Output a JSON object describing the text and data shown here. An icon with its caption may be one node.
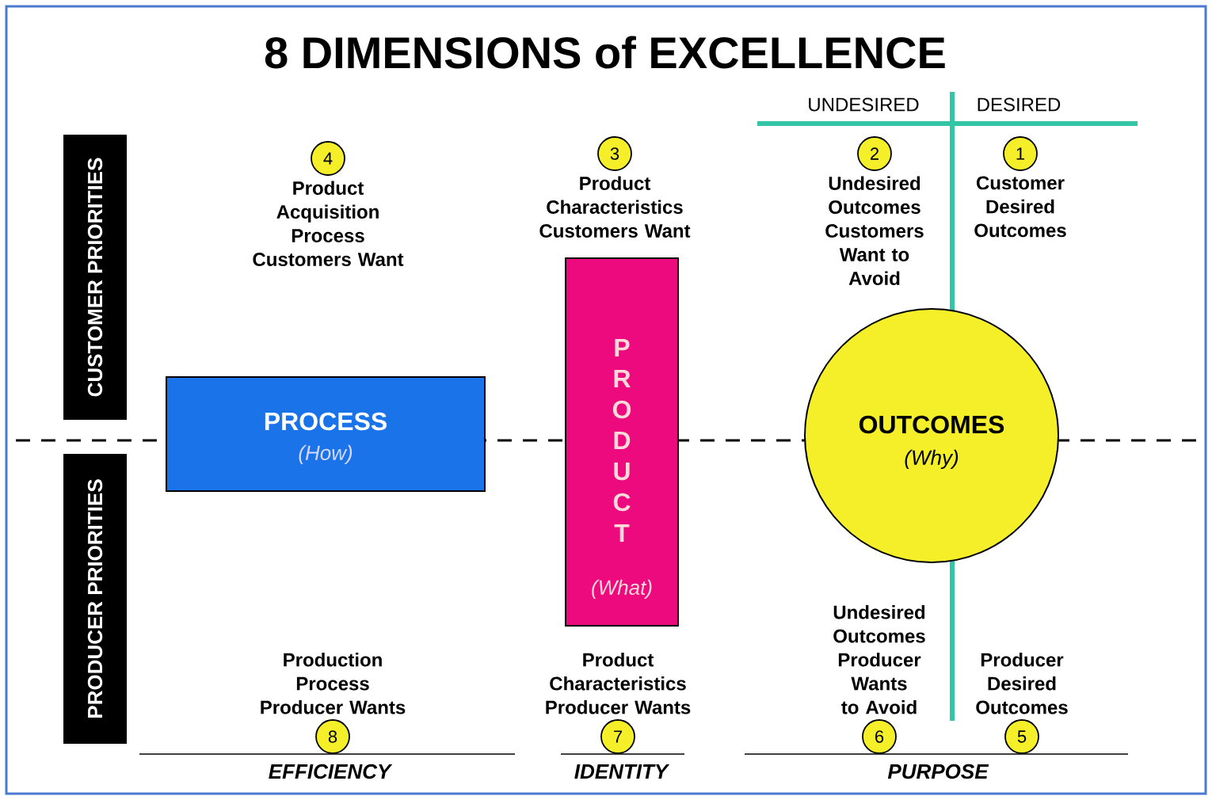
{
  "diagram": {
    "title": "8 DIMENSIONS of EXCELLENCE",
    "nodes": [
      {
        "text": [
          "CUSTOMER PRIORITIES"
        ]
      },
      {
        "text": [
          "4"
        ],
        "beside": [
          "Product Acquisition Process Customers Want"
        ]
      },
      {
        "text": [
          "3"
        ],
        "beside": [
          "Product Characteristics Customers Want"
        ]
      },
      {
        "text": [
          "2"
        ],
        "beside": [
          "Undesired Outcomes Customers Want to Avoid"
        ]
      },
      {
        "text": [
          "1"
        ],
        "beside": [
          "Customer Desired Outcomes"
        ]
      },
      {
        "text": [
          "PROCESS",
          "(How)"
        ]
      },
      {
        "text": [
          "P R O D U C T",
          "(What)"
        ]
      },
      {
        "text": [
          "OUTCOMES",
          "(Why)"
        ]
      },
      {
        "text": [
          "PRODUCER PRIORITIES"
        ]
      },
      {
        "text": [
          "8"
        ],
        "beside": [
          "Production Process Producer Wants"
        ]
      },
      {
        "text": [
          "7"
        ],
        "beside": [
          "Product Characteristics Producer Wants"
        ]
      },
      {
        "text": [
          "6"
        ],
        "beside": [
          "Undesired Outcomes Producer Wants to Avoid"
        ]
      },
      {
        "text": [
          "5"
        ],
        "beside": [
          "Producer Desired Outcomes"
        ]
      }
    ],
    "labels": [
      "UNDESIRED",
      "DESIRED",
      "EFFICIENCY",
      "IDENTITY",
      "PURPOSE"
    ]
  }
}
